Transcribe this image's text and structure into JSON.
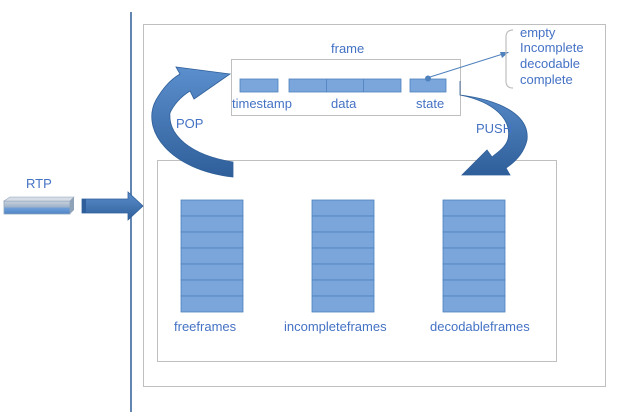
{
  "rtp": {
    "label": "RTP"
  },
  "frame": {
    "title": "frame",
    "fields": {
      "timestamp": "timestamp",
      "data": "data",
      "state": "state"
    }
  },
  "states": [
    "empty",
    "Incomplete",
    "decodable",
    "complete"
  ],
  "arrows": {
    "pop": "POP",
    "push": "PUSH"
  },
  "queues": {
    "free": "freeframes",
    "incomplete": "incompleteframes",
    "decodable": "decodableframes"
  },
  "colors": {
    "box_fill": "#7aa6dc",
    "box_stroke": "#4f81bd",
    "text": "#4472c4",
    "arrow_fill": "#3f73ad",
    "divider": "#2e5d99",
    "panel_border": "#bfbfbf"
  }
}
